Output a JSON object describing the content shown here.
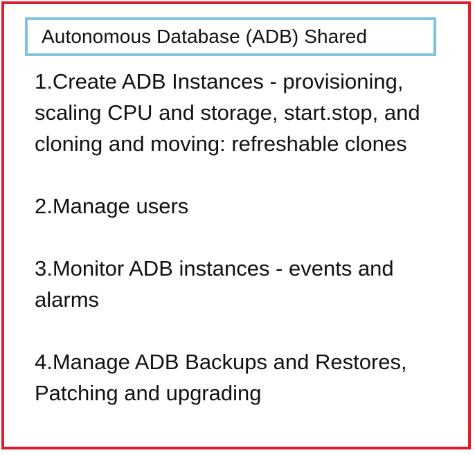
{
  "title": "Autonomous Database (ADB) Shared",
  "items": [
    "1.Create ADB Instances - provisioning, scaling CPU and storage, start.stop, and cloning and moving: refreshable clones",
    "2.Manage users",
    "3.Monitor ADB instances - events and alarms",
    "4.Manage ADB Backups and Restores, Patching and upgrading"
  ],
  "colors": {
    "outer_border": "#e21b2a",
    "title_border": "#7fc4dc",
    "text": "#111111"
  }
}
